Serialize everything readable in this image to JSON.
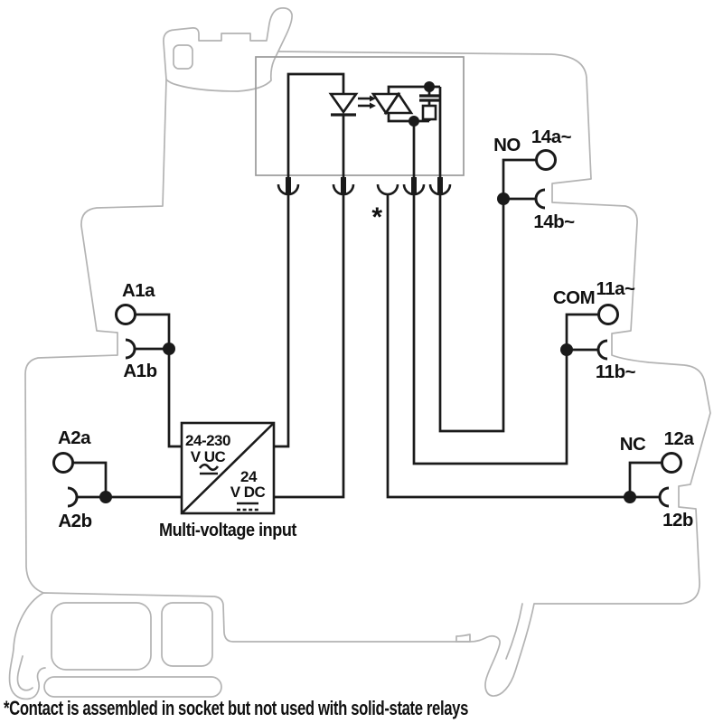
{
  "colors": {
    "line": "#1a1a1a",
    "outline": "#b3b3b3",
    "boxline": "#9a9a9a",
    "bg": "#ffffff"
  },
  "terminals": {
    "a1a": "A1a",
    "a1b": "A1b",
    "a2a": "A2a",
    "a2b": "A2b",
    "no": "NO",
    "t14a": "14a~",
    "t14b": "14b~",
    "com": "COM",
    "t11a": "11a~",
    "t11b": "11b~",
    "nc": "NC",
    "t12a": "12a",
    "t12b": "12b"
  },
  "marks": {
    "asterisk": "*"
  },
  "input_block": {
    "range_uc": "24-230",
    "unit_uc": "V UC",
    "range_dc": "24",
    "unit_dc": "V DC",
    "caption": "Multi-voltage input"
  },
  "footnote": "*Contact is assembled in socket but not used with solid-state relays"
}
